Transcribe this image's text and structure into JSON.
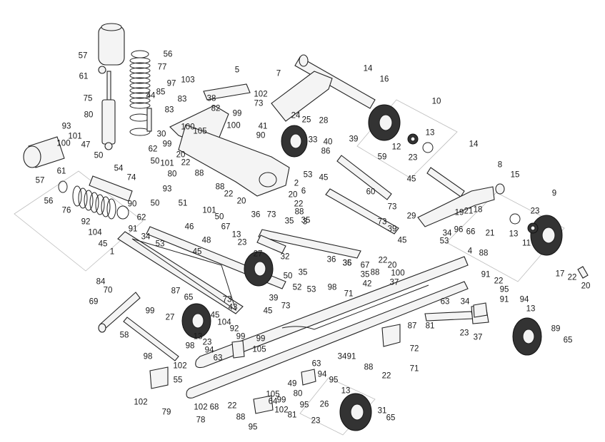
{
  "diagram": {
    "title": "Rear suspension exploded parts view",
    "callouts": [
      {
        "id": "57a",
        "text": "57"
      },
      {
        "id": "56a",
        "text": "56"
      },
      {
        "id": "77",
        "text": "77"
      },
      {
        "id": "61a",
        "text": "61"
      },
      {
        "id": "75",
        "text": "75"
      },
      {
        "id": "44",
        "text": "44"
      },
      {
        "id": "85",
        "text": "85"
      },
      {
        "id": "97",
        "text": "97"
      },
      {
        "id": "103",
        "text": "103"
      },
      {
        "id": "83a",
        "text": "83"
      },
      {
        "id": "83b",
        "text": "83"
      },
      {
        "id": "80a",
        "text": "80"
      },
      {
        "id": "93a",
        "text": "93"
      },
      {
        "id": "101a",
        "text": "101"
      },
      {
        "id": "47",
        "text": "47"
      },
      {
        "id": "50a",
        "text": "50"
      },
      {
        "id": "30",
        "text": "30"
      },
      {
        "id": "62a",
        "text": "62"
      },
      {
        "id": "99a",
        "text": "99"
      },
      {
        "id": "20a",
        "text": "20"
      },
      {
        "id": "22a",
        "text": "22"
      },
      {
        "id": "88a",
        "text": "88"
      },
      {
        "id": "100a",
        "text": "100"
      },
      {
        "id": "5",
        "text": "5"
      },
      {
        "id": "38",
        "text": "38"
      },
      {
        "id": "102a",
        "text": "102"
      },
      {
        "id": "73a",
        "text": "73"
      },
      {
        "id": "82",
        "text": "82"
      },
      {
        "id": "99b",
        "text": "99"
      },
      {
        "id": "105a",
        "text": "105"
      },
      {
        "id": "100b",
        "text": "100"
      },
      {
        "id": "7",
        "text": "7"
      },
      {
        "id": "41",
        "text": "41"
      },
      {
        "id": "90a",
        "text": "90"
      },
      {
        "id": "24",
        "text": "24"
      },
      {
        "id": "25",
        "text": "25"
      },
      {
        "id": "28",
        "text": "28"
      },
      {
        "id": "33",
        "text": "33"
      },
      {
        "id": "40",
        "text": "40"
      },
      {
        "id": "86",
        "text": "86"
      },
      {
        "id": "2",
        "text": "2"
      },
      {
        "id": "88b",
        "text": "88"
      },
      {
        "id": "22b",
        "text": "22"
      },
      {
        "id": "20b",
        "text": "20"
      },
      {
        "id": "14a",
        "text": "14"
      },
      {
        "id": "16",
        "text": "16"
      },
      {
        "id": "10",
        "text": "10"
      },
      {
        "id": "12",
        "text": "12"
      },
      {
        "id": "23a",
        "text": "23"
      },
      {
        "id": "13a",
        "text": "13"
      },
      {
        "id": "14b",
        "text": "14"
      },
      {
        "id": "39a",
        "text": "39"
      },
      {
        "id": "59",
        "text": "59"
      },
      {
        "id": "45a",
        "text": "45"
      },
      {
        "id": "60",
        "text": "60"
      },
      {
        "id": "53a",
        "text": "53"
      },
      {
        "id": "45b",
        "text": "45"
      },
      {
        "id": "6",
        "text": "6"
      },
      {
        "id": "20c",
        "text": "20"
      },
      {
        "id": "22c",
        "text": "22"
      },
      {
        "id": "88c",
        "text": "88"
      },
      {
        "id": "35a",
        "text": "35"
      },
      {
        "id": "73b",
        "text": "73"
      },
      {
        "id": "29",
        "text": "29"
      },
      {
        "id": "8",
        "text": "8"
      },
      {
        "id": "15",
        "text": "15"
      },
      {
        "id": "9",
        "text": "9"
      },
      {
        "id": "19",
        "text": "19"
      },
      {
        "id": "21a",
        "text": "21"
      },
      {
        "id": "18",
        "text": "18"
      },
      {
        "id": "96",
        "text": "96"
      },
      {
        "id": "66",
        "text": "66"
      },
      {
        "id": "21b",
        "text": "21"
      },
      {
        "id": "13b",
        "text": "13"
      },
      {
        "id": "23b",
        "text": "23"
      },
      {
        "id": "11",
        "text": "11"
      },
      {
        "id": "17",
        "text": "17"
      },
      {
        "id": "22d",
        "text": "22"
      },
      {
        "id": "20d",
        "text": "20"
      },
      {
        "id": "57b",
        "text": "57"
      },
      {
        "id": "100c",
        "text": "100"
      },
      {
        "id": "61b",
        "text": "61"
      },
      {
        "id": "56b",
        "text": "56"
      },
      {
        "id": "54",
        "text": "54"
      },
      {
        "id": "50b",
        "text": "50"
      },
      {
        "id": "101b",
        "text": "101"
      },
      {
        "id": "80b",
        "text": "80"
      },
      {
        "id": "93b",
        "text": "93"
      },
      {
        "id": "74",
        "text": "74"
      },
      {
        "id": "76",
        "text": "76"
      },
      {
        "id": "90b",
        "text": "90"
      },
      {
        "id": "50c",
        "text": "50"
      },
      {
        "id": "62b",
        "text": "62"
      },
      {
        "id": "51",
        "text": "51"
      },
      {
        "id": "46",
        "text": "46"
      },
      {
        "id": "92a",
        "text": "92"
      },
      {
        "id": "104a",
        "text": "104"
      },
      {
        "id": "45c",
        "text": "45"
      },
      {
        "id": "91a",
        "text": "91"
      },
      {
        "id": "34a",
        "text": "34"
      },
      {
        "id": "53b",
        "text": "53"
      },
      {
        "id": "45d",
        "text": "45"
      },
      {
        "id": "1",
        "text": "1"
      },
      {
        "id": "101c",
        "text": "101"
      },
      {
        "id": "50d",
        "text": "50"
      },
      {
        "id": "67a",
        "text": "67"
      },
      {
        "id": "48",
        "text": "48"
      },
      {
        "id": "13c",
        "text": "13"
      },
      {
        "id": "23c",
        "text": "23"
      },
      {
        "id": "27a",
        "text": "27"
      },
      {
        "id": "32",
        "text": "32"
      },
      {
        "id": "35b",
        "text": "35"
      },
      {
        "id": "36a",
        "text": "36"
      },
      {
        "id": "73c",
        "text": "73"
      },
      {
        "id": "35c",
        "text": "35"
      },
      {
        "id": "3",
        "text": "3"
      },
      {
        "id": "36b",
        "text": "36"
      },
      {
        "id": "35d",
        "text": "35"
      },
      {
        "id": "67b",
        "text": "67"
      },
      {
        "id": "50e",
        "text": "50"
      },
      {
        "id": "52",
        "text": "52"
      },
      {
        "id": "53c",
        "text": "53"
      },
      {
        "id": "73d",
        "text": "73"
      },
      {
        "id": "39b",
        "text": "39"
      },
      {
        "id": "45e",
        "text": "45"
      },
      {
        "id": "99c",
        "text": "99"
      },
      {
        "id": "105b",
        "text": "105"
      },
      {
        "id": "73e",
        "text": "73"
      },
      {
        "id": "39c",
        "text": "39"
      },
      {
        "id": "45f",
        "text": "45"
      },
      {
        "id": "53d",
        "text": "53"
      },
      {
        "id": "34b",
        "text": "34"
      },
      {
        "id": "22e",
        "text": "22"
      },
      {
        "id": "20e",
        "text": "20"
      },
      {
        "id": "88d",
        "text": "88"
      },
      {
        "id": "100d",
        "text": "100"
      },
      {
        "id": "37a",
        "text": "37"
      },
      {
        "id": "36c",
        "text": "36"
      },
      {
        "id": "35e",
        "text": "35"
      },
      {
        "id": "42",
        "text": "42"
      },
      {
        "id": "71a",
        "text": "71"
      },
      {
        "id": "98a",
        "text": "98"
      },
      {
        "id": "84",
        "text": "84"
      },
      {
        "id": "70",
        "text": "70"
      },
      {
        "id": "69",
        "text": "69"
      },
      {
        "id": "99d",
        "text": "99"
      },
      {
        "id": "87a",
        "text": "87"
      },
      {
        "id": "65a",
        "text": "65"
      },
      {
        "id": "73f",
        "text": "73"
      },
      {
        "id": "43",
        "text": "43"
      },
      {
        "id": "27b",
        "text": "27"
      },
      {
        "id": "45g",
        "text": "45"
      },
      {
        "id": "104b",
        "text": "104"
      },
      {
        "id": "92b",
        "text": "92"
      },
      {
        "id": "99e",
        "text": "99"
      },
      {
        "id": "13d",
        "text": "13"
      },
      {
        "id": "23d",
        "text": "23"
      },
      {
        "id": "94a",
        "text": "94"
      },
      {
        "id": "63a",
        "text": "63"
      },
      {
        "id": "58",
        "text": "58"
      },
      {
        "id": "98b",
        "text": "98"
      },
      {
        "id": "102b",
        "text": "102"
      },
      {
        "id": "98c",
        "text": "98"
      },
      {
        "id": "55",
        "text": "55"
      },
      {
        "id": "102c",
        "text": "102"
      },
      {
        "id": "79",
        "text": "79"
      },
      {
        "id": "102d",
        "text": "102"
      },
      {
        "id": "68",
        "text": "68"
      },
      {
        "id": "78",
        "text": "78"
      },
      {
        "id": "22f",
        "text": "22"
      },
      {
        "id": "88e",
        "text": "88"
      },
      {
        "id": "95a",
        "text": "95"
      },
      {
        "id": "105c",
        "text": "105"
      },
      {
        "id": "99f",
        "text": "99"
      },
      {
        "id": "64",
        "text": "64"
      },
      {
        "id": "102e",
        "text": "102"
      },
      {
        "id": "81a",
        "text": "81"
      },
      {
        "id": "49",
        "text": "49"
      },
      {
        "id": "80c",
        "text": "80"
      },
      {
        "id": "95b",
        "text": "95"
      },
      {
        "id": "63b",
        "text": "63"
      },
      {
        "id": "94b",
        "text": "94"
      },
      {
        "id": "34c",
        "text": "34"
      },
      {
        "id": "91b",
        "text": "91"
      },
      {
        "id": "88f",
        "text": "88"
      },
      {
        "id": "22g",
        "text": "22"
      },
      {
        "id": "95c",
        "text": "95"
      },
      {
        "id": "13e",
        "text": "13"
      },
      {
        "id": "26",
        "text": "26"
      },
      {
        "id": "23e",
        "text": "23"
      },
      {
        "id": "31",
        "text": "31"
      },
      {
        "id": "65b",
        "text": "65"
      },
      {
        "id": "87b",
        "text": "87"
      },
      {
        "id": "72",
        "text": "72"
      },
      {
        "id": "71b",
        "text": "71"
      },
      {
        "id": "81b",
        "text": "81"
      },
      {
        "id": "4",
        "text": "4"
      },
      {
        "id": "88g",
        "text": "88"
      },
      {
        "id": "91c",
        "text": "91"
      },
      {
        "id": "22h",
        "text": "22"
      },
      {
        "id": "95d",
        "text": "95"
      },
      {
        "id": "63c",
        "text": "63"
      },
      {
        "id": "34d",
        "text": "34"
      },
      {
        "id": "91d",
        "text": "91"
      },
      {
        "id": "94c",
        "text": "94"
      },
      {
        "id": "13f",
        "text": "13"
      },
      {
        "id": "23f",
        "text": "23"
      },
      {
        "id": "37b",
        "text": "37"
      },
      {
        "id": "89",
        "text": "89"
      },
      {
        "id": "65c",
        "text": "65"
      },
      {
        "id": "87c",
        "text": "87"
      }
    ]
  }
}
